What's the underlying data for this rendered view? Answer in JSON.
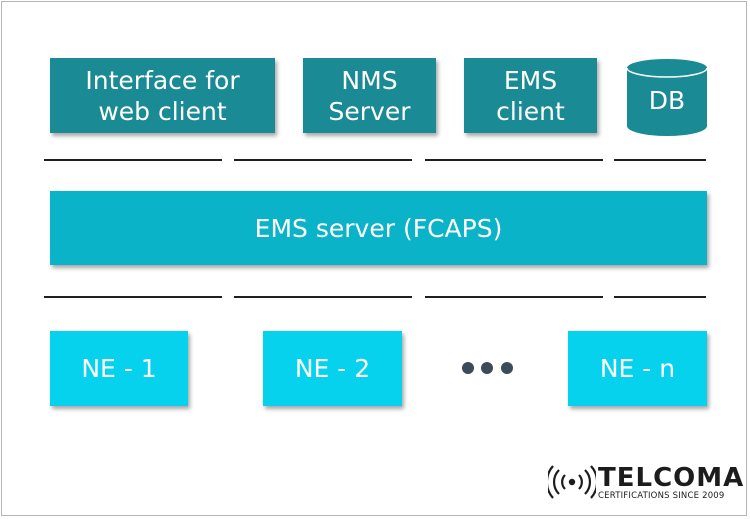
{
  "top_row": {
    "web_client": "Interface for\nweb client",
    "nms_server": "NMS\nServer",
    "ems_client": "EMS\nclient",
    "db": "DB"
  },
  "ems_server": "EMS server (FCAPS)",
  "network_elements": [
    "NE - 1",
    "NE - 2",
    "NE - n"
  ],
  "logo": {
    "name": "TELCOMA",
    "tagline": "CERTIFICATIONS SINCE 2009"
  },
  "colors": {
    "top_row": "#1a8a95",
    "ems_server": "#0ab3c7",
    "network_elements": "#06d2ee",
    "ellipsis_dots": "#3c4b5a"
  }
}
